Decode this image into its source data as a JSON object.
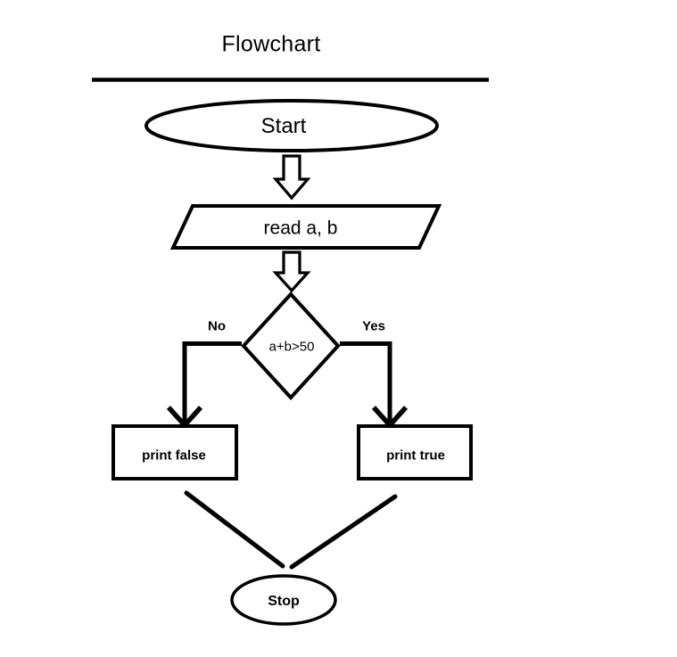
{
  "document": {
    "title": "Flowchart",
    "background_color": "#ffffff",
    "line_color": "#000000"
  },
  "diagram": {
    "type": "flowchart",
    "nodes": [
      {
        "id": "start",
        "shape": "ellipse",
        "label": "Start",
        "role": "terminator"
      },
      {
        "id": "read",
        "shape": "parallelogram",
        "label": "read a, b",
        "role": "input-output"
      },
      {
        "id": "decision",
        "shape": "diamond",
        "label": "a+b>50",
        "role": "decision"
      },
      {
        "id": "print-false",
        "shape": "rectangle",
        "label": "print false",
        "role": "process"
      },
      {
        "id": "print-true",
        "shape": "rectangle",
        "label": "print true",
        "role": "process"
      },
      {
        "id": "stop",
        "shape": "ellipse",
        "label": "Stop",
        "role": "terminator"
      }
    ],
    "edges": [
      {
        "from": "start",
        "to": "read",
        "label": "",
        "style": "block-arrow"
      },
      {
        "from": "read",
        "to": "decision",
        "label": "",
        "style": "block-arrow"
      },
      {
        "from": "decision",
        "to": "print-false",
        "label": "No",
        "style": "line-arrow"
      },
      {
        "from": "decision",
        "to": "print-true",
        "label": "Yes",
        "style": "line-arrow"
      },
      {
        "from": "print-false",
        "to": "stop",
        "label": "",
        "style": "plain-line"
      },
      {
        "from": "print-true",
        "to": "stop",
        "label": "",
        "style": "plain-line"
      }
    ],
    "branch_labels": {
      "no": "No",
      "yes": "Yes"
    }
  }
}
